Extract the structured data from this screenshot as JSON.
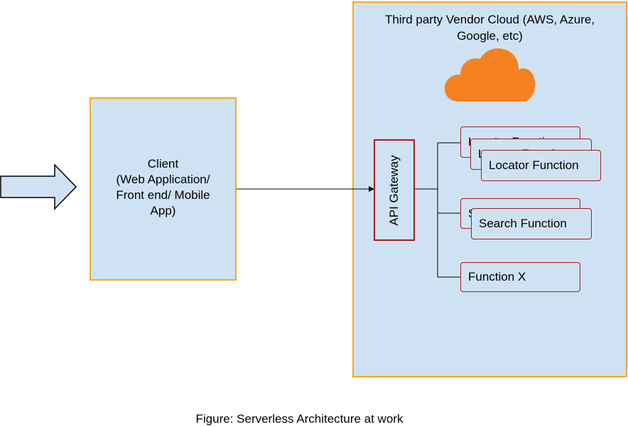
{
  "client": {
    "lines": [
      "Client",
      "(Web Application/",
      "Front end/ Mobile",
      "App)"
    ]
  },
  "cloud": {
    "title_lines": [
      "Third party Vendor Cloud (AWS, Azure,",
      "Google, etc)"
    ],
    "icon": "cloud-icon",
    "icon_color": "#f58220"
  },
  "gateway": {
    "label": "API Gateway"
  },
  "functions": {
    "locator_label": "Locator Function",
    "search_label": "Search Function",
    "function_x_label": "Function X"
  },
  "caption": "Figure: Serverless Architecture at work",
  "colors": {
    "box_fill": "#cfe2f3",
    "orange_border": "#f6a623",
    "red_border": "#a61c1c"
  }
}
